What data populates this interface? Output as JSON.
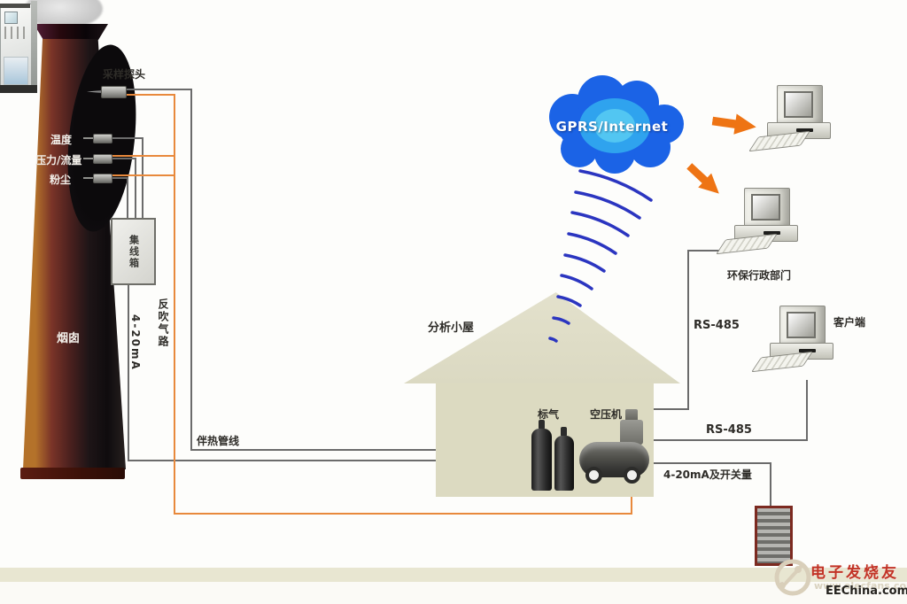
{
  "stack": {
    "label": "烟囱",
    "probe_label": "采样探头",
    "sensor_temp": "温度",
    "sensor_pressure_flow": "压力/流量",
    "sensor_dust": "粉尘",
    "junction_box": "集线箱"
  },
  "pipes": {
    "current_loop": "4-20mA",
    "blowback": "反吹气路",
    "heat_trace": "伴热管线"
  },
  "house": {
    "label": "分析小屋",
    "standard_gas": "标气",
    "air_compressor": "空压机"
  },
  "network": {
    "cloud": "GPRS/Internet",
    "rs485_top": "RS-485",
    "rs485_bottom": "RS-485",
    "analog_io": "4-20mA及开关量"
  },
  "endpoints": {
    "epa_dept": "环保行政部门",
    "client": "客户端"
  },
  "watermark": {
    "brand": "电子发烧友",
    "url": "www.elecfans.com",
    "site": "EEChina.com"
  },
  "colors": {
    "cloud_blue": "#1b63e6",
    "cloud_inner": "#35b5f5",
    "arrow_orange": "#ee7414",
    "wire_gray": "#6b6b6b",
    "pipe_orange": "#e8893c",
    "house_beige": "#dcdac1",
    "stack_brown": "#b4722a"
  }
}
